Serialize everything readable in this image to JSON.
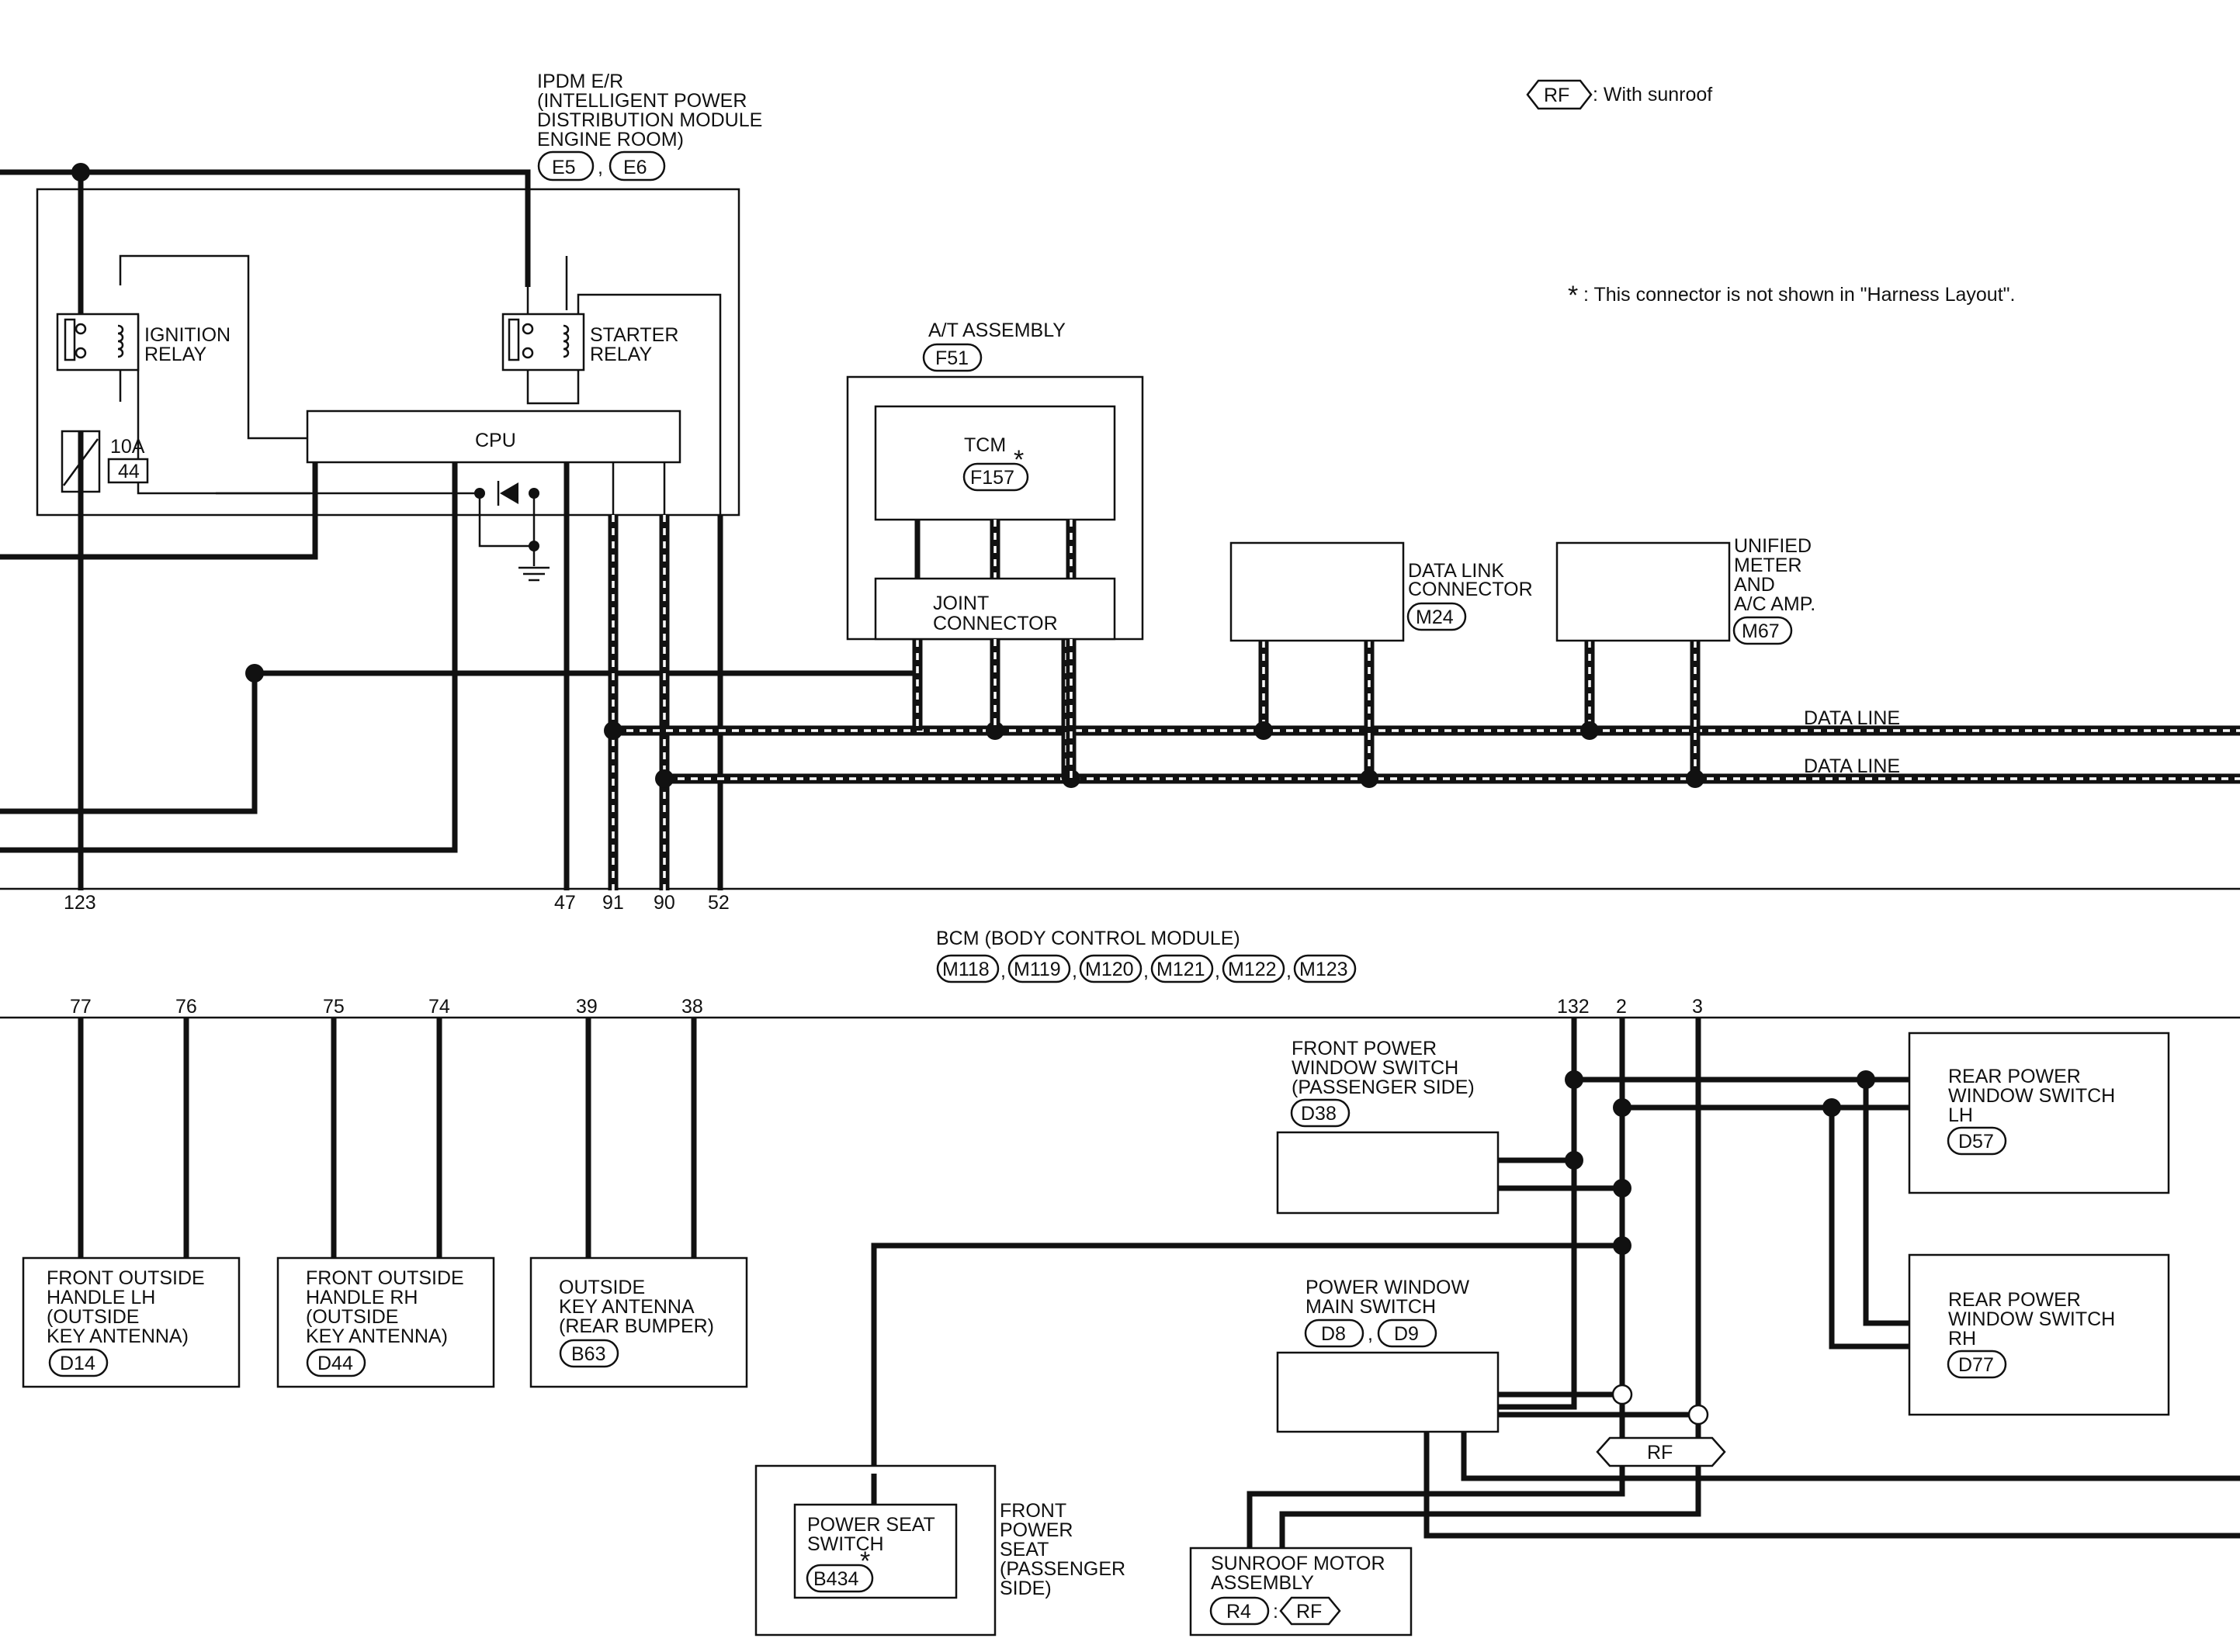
{
  "legend": {
    "rf_tag": "RF",
    "rf_text": ": With sunroof",
    "star_symbol": "*",
    "star_text": ": This connector is not shown in \"Harness Layout\"."
  },
  "ipdm": {
    "title_lines": [
      "IPDM E/R",
      "(INTELLIGENT POWER",
      " DISTRIBUTION MODULE",
      " ENGINE ROOM)"
    ],
    "connectors": [
      "E5",
      "E6"
    ],
    "connector_sep": ",",
    "ignition_relay": [
      "IGNITION",
      "RELAY"
    ],
    "starter_relay": [
      "STARTER",
      "RELAY"
    ],
    "cpu": "CPU",
    "fuse_amp": "10A",
    "fuse_no": "44"
  },
  "at_assembly": {
    "title": "A/T ASSEMBLY",
    "connector": "F51",
    "tcm": "TCM",
    "tcm_connector": "F157",
    "tcm_star": "*",
    "joint_connector": [
      "JOINT",
      "CONNECTOR"
    ]
  },
  "data_link_connector": {
    "lines": [
      "DATA LINK",
      "CONNECTOR"
    ],
    "connector": "M24"
  },
  "unified_meter": {
    "lines": [
      "UNIFIED",
      "METER",
      "AND",
      "A/C AMP."
    ],
    "connector": "M67"
  },
  "data_lines": [
    "DATA LINE",
    "DATA LINE"
  ],
  "bcm": {
    "title": "BCM (BODY CONTROL MODULE)",
    "connectors": [
      "M118",
      "M119",
      "M120",
      "M121",
      "M122",
      "M123"
    ],
    "upper_terminals": [
      "123",
      "47",
      "91",
      "90",
      "52"
    ],
    "lower_terminals": [
      "77",
      "76",
      "75",
      "74",
      "39",
      "38",
      "132",
      "2",
      "3"
    ]
  },
  "front_outside_handle_lh": {
    "lines": [
      "FRONT OUTSIDE",
      "HANDLE LH",
      "(OUTSIDE",
      " KEY ANTENNA)"
    ],
    "connector": "D14"
  },
  "front_outside_handle_rh": {
    "lines": [
      "FRONT OUTSIDE",
      "HANDLE RH",
      "(OUTSIDE",
      " KEY ANTENNA)"
    ],
    "connector": "D44"
  },
  "outside_key_antenna": {
    "lines": [
      "OUTSIDE",
      "KEY ANTENNA",
      "(REAR BUMPER)"
    ],
    "connector": "B63"
  },
  "front_pw_switch_passenger": {
    "lines": [
      "FRONT POWER",
      "WINDOW SWITCH",
      "(PASSENGER SIDE)"
    ],
    "connector": "D38"
  },
  "pw_main_switch": {
    "lines": [
      "POWER WINDOW",
      "MAIN SWITCH"
    ],
    "connectors": [
      "D8",
      "D9"
    ],
    "connector_sep": ","
  },
  "rear_pw_switch_lh": {
    "lines": [
      "REAR POWER",
      "WINDOW SWITCH",
      "LH"
    ],
    "connector": "D57"
  },
  "rear_pw_switch_rh": {
    "lines": [
      "REAR POWER",
      "WINDOW SWITCH",
      "RH"
    ],
    "connector": "D77"
  },
  "rf_junction": "RF",
  "power_seat_switch": {
    "lines": [
      "POWER SEAT",
      "SWITCH"
    ],
    "connector": "B434",
    "star": "*"
  },
  "front_power_seat": {
    "lines": [
      "FRONT",
      "POWER",
      "SEAT",
      "(PASSENGER",
      " SIDE)"
    ]
  },
  "sunroof_motor": {
    "lines": [
      "SUNROOF MOTOR",
      "ASSEMBLY"
    ],
    "connector": "R4",
    "sep": ":",
    "rf": "RF"
  }
}
